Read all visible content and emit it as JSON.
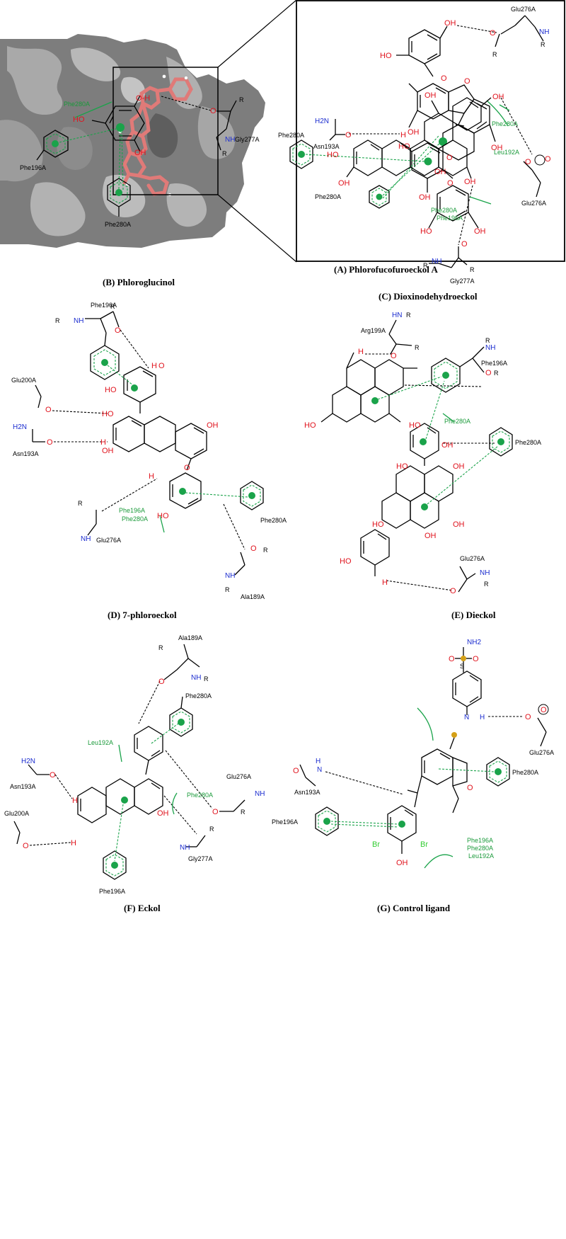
{
  "panels": {
    "A": {
      "caption": "(A) Phlorofucofuroeckol A",
      "labels": [
        "Glu276A",
        "NH",
        "R",
        "O",
        "R",
        "OH",
        "HO",
        "O",
        "H2N",
        "Asn193A",
        "O",
        "H",
        "OH",
        "O",
        "Phe280A",
        "OH",
        "HO",
        "Phe280A",
        "O",
        "OH",
        "HO",
        "OH",
        "O",
        "OH"
      ]
    },
    "B": {
      "caption": "(B) Phloroglucinol",
      "labels": [
        "Phe280A",
        "O-H",
        "HO",
        "OH",
        "O",
        "R",
        "NH",
        "R",
        "Gly277A",
        "Phe196A",
        "Phe280A"
      ]
    },
    "C": {
      "caption": "(C) Dioxinodehydroeckol",
      "labels": [
        "OH",
        "OH",
        "Phe280A",
        "HO",
        "Leu192A",
        "OH",
        "O",
        "O",
        "Glu276A",
        "OH",
        "Phe280A",
        "Phe196A",
        "NH",
        "R",
        "O",
        "R",
        "Gly277A"
      ]
    },
    "D": {
      "caption": "(D) 7-phloroeckol",
      "labels": [
        "Phe196A",
        "R",
        "NH",
        "R",
        "O",
        "HO",
        "H",
        "O",
        "Glu200A",
        "O",
        "H",
        "O",
        "H2N",
        "O",
        "H",
        "Asn193A",
        "OH",
        "OH",
        "H",
        "O",
        "R",
        "Phe196A",
        "Phe280A",
        "NH",
        "Glu276A",
        "HO",
        "Phe280A",
        "O",
        "R",
        "NH",
        "R",
        "Ala189A"
      ]
    },
    "E": {
      "caption": "(E) Dieckol",
      "labels": [
        "HN",
        "R",
        "Arg199A",
        "O",
        "R",
        "H",
        "R",
        "NH",
        "Phe196A",
        "O",
        "R",
        "HO",
        "HO",
        "Phe280A",
        "OH",
        "Phe280A",
        "HO",
        "OH",
        "OH",
        "HO",
        "OH",
        "HO",
        "Glu276A",
        "NH",
        "R",
        "O",
        "H"
      ]
    },
    "F": {
      "caption": "(F) Eckol",
      "labels": [
        "Ala189A",
        "R",
        "NH",
        "R",
        "Phe280A",
        "Leu192A",
        "O",
        "H2N",
        "O",
        "H",
        "Asn193A",
        "Glu276A",
        "NH",
        "O",
        "R",
        "Phe280A",
        "Glu200A",
        "O",
        "H",
        "R",
        "NH",
        "Gly277A",
        "OH",
        "Phe196A"
      ]
    },
    "G": {
      "caption": "(G) Control ligand",
      "labels": [
        "NH2",
        "O",
        "S",
        "O",
        "N",
        "H",
        "O",
        "O",
        "Glu276A",
        "N",
        "H",
        "O",
        "Asn193A",
        "Phe280A",
        "O",
        "Phe196A",
        "Br",
        "Br",
        "OH",
        "Phe196A",
        "Phe280A",
        "Leu192A"
      ]
    }
  }
}
